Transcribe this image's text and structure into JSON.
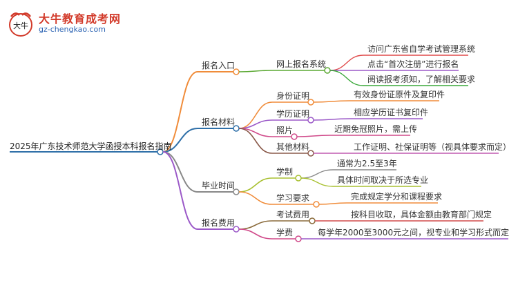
{
  "logo": {
    "title": "大牛教育成考网",
    "url": "gz-chengkao.com",
    "mark_text": "大牛"
  },
  "root": "2025年广东技术师范大学函授本科报名指南",
  "branches": [
    {
      "label": "报名入口",
      "color": "#f08c3a",
      "children": [
        {
          "label": "网上报名系统",
          "color": "#5aa832",
          "children": [
            {
              "label": "访问广东省自学考试管理系统",
              "color": "#e04a4a"
            },
            {
              "label": "点击“首次注册”进行报名",
              "color": "#9b59c8"
            },
            {
              "label": "阅读报考须知，了解相关要求",
              "color": "#3aa83a"
            }
          ]
        }
      ]
    },
    {
      "label": "报名材料",
      "color": "#2e6fa8",
      "children": [
        {
          "label": "身份证明",
          "color": "#f08c3a",
          "children": [
            {
              "label": "有效身份证原件及复印件",
              "color": "#f08c3a"
            }
          ]
        },
        {
          "label": "学历证明",
          "color": "#9b59c8",
          "children": [
            {
              "label": "相应学历证书复印件",
              "color": "#9b59c8"
            }
          ]
        },
        {
          "label": "照片",
          "color": "#d04a8a",
          "children": [
            {
              "label": "近期免冠照片，需上传",
              "color": "#d04a8a"
            }
          ]
        },
        {
          "label": "其他材料",
          "color": "#8a5a4a",
          "children": [
            {
              "label": "工作证明、社保证明等（视具体要求而定）",
              "color": "#c05ab0"
            }
          ]
        }
      ]
    },
    {
      "label": "毕业时间",
      "color": "#888888",
      "children": [
        {
          "label": "学制",
          "color": "#a8c030",
          "children": [
            {
              "label": "通常为2.5至3年",
              "color": "#888888"
            },
            {
              "label": "具体时间取决于所选专业",
              "color": "#a8c030"
            }
          ]
        },
        {
          "label": "学习要求",
          "color": "#f08c3a",
          "children": [
            {
              "label": "完成规定学分和课程要求",
              "color": "#f08c3a"
            }
          ]
        }
      ]
    },
    {
      "label": "报名费用",
      "color": "#9b59c8",
      "children": [
        {
          "label": "考试费用",
          "color": "#8a6a3a",
          "children": [
            {
              "label": "按科目收取，具体金额由教育部门规定",
              "color": "#d04a4a"
            }
          ]
        },
        {
          "label": "学费",
          "color": "#d04a8a",
          "children": [
            {
              "label": "每学年2000至3000元之间，视专业和学习形式而定",
              "color": "#9b59c8"
            }
          ]
        }
      ]
    }
  ]
}
